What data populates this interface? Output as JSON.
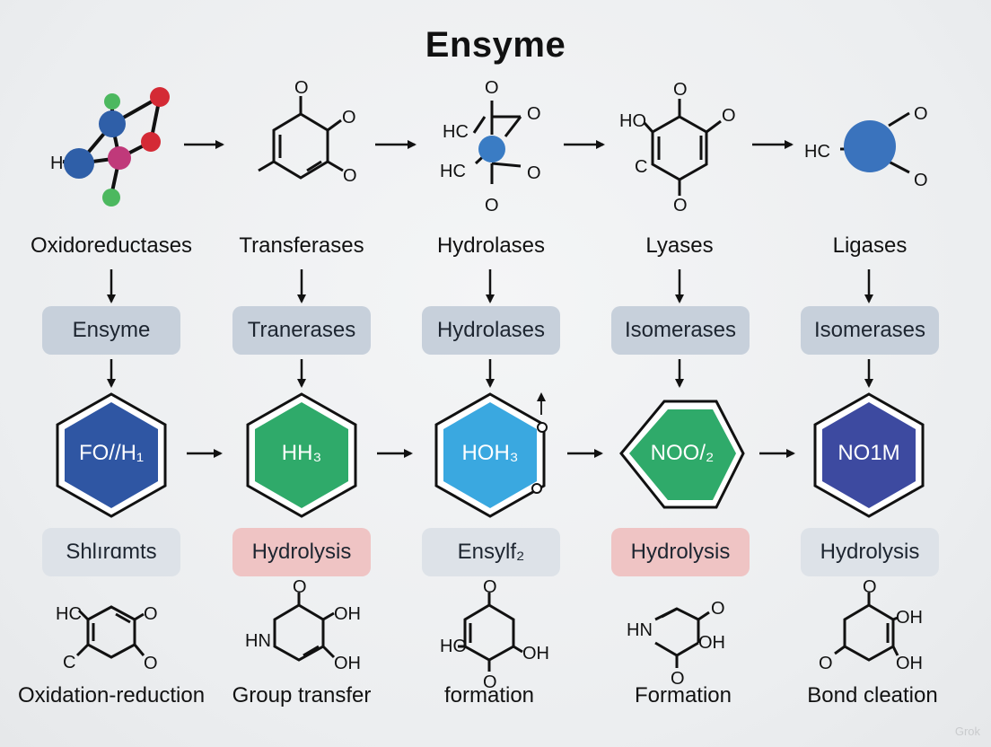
{
  "title": "Ensyme",
  "columns": [
    {
      "label": "Oxidoreductases",
      "tag": "Ensyme",
      "hex": "FO//H₁",
      "hex_color": "#2f56a3",
      "sub": "Shlırɑmts",
      "sub_style": "light",
      "bottom": "Oxidation-reduction",
      "top_atoms": [
        "H"
      ],
      "bottom_atoms": [
        "HC",
        "O",
        "C",
        "O"
      ]
    },
    {
      "label": "Transferases",
      "tag": "Tranerases",
      "hex": "HH₃",
      "hex_color": "#2faa6a",
      "sub": "Hydrolysis",
      "sub_style": "pink",
      "bottom": "Group transfer",
      "top_atoms": [
        "O",
        "O",
        "O"
      ],
      "bottom_atoms": [
        "O",
        "OH",
        "HN",
        "OH"
      ]
    },
    {
      "label": "Hydrolases",
      "tag": "Hydrolases",
      "hex": "HOH₃",
      "hex_color": "#3aa8e0",
      "sub": "Ensylf₂",
      "sub_style": "light",
      "bottom": "formation",
      "top_atoms": [
        "O",
        "HC",
        "O",
        "HC",
        "O",
        "O"
      ],
      "bottom_atoms": [
        "O",
        "HO",
        "OH",
        "O"
      ]
    },
    {
      "label": "Lyases",
      "tag": "Isomerases",
      "hex": "NOO/₂",
      "hex_color": "#2faa6a",
      "sub": "Hydrolysis",
      "sub_style": "pink",
      "bottom": "Formation",
      "top_atoms": [
        "HO",
        "O",
        "O",
        "C",
        "O"
      ],
      "bottom_atoms": [
        "HN",
        "O",
        "OH",
        "O"
      ]
    },
    {
      "label": "Ligases",
      "tag": "Isomerases",
      "hex": "NO1M",
      "hex_color": "#3d4aa0",
      "sub": "Hydrolysis",
      "sub_style": "light",
      "bottom": "Bond cleation",
      "top_atoms": [
        "O",
        "HC",
        "O"
      ],
      "bottom_atoms": [
        "O",
        "OH",
        "O",
        "OH"
      ]
    }
  ],
  "colors": {
    "atom_blue": "#2f5fa8",
    "atom_red": "#d42a35",
    "atom_green": "#4cb85f",
    "atom_magenta": "#c0397a",
    "arrow": "#111111"
  },
  "watermark": "Grok"
}
